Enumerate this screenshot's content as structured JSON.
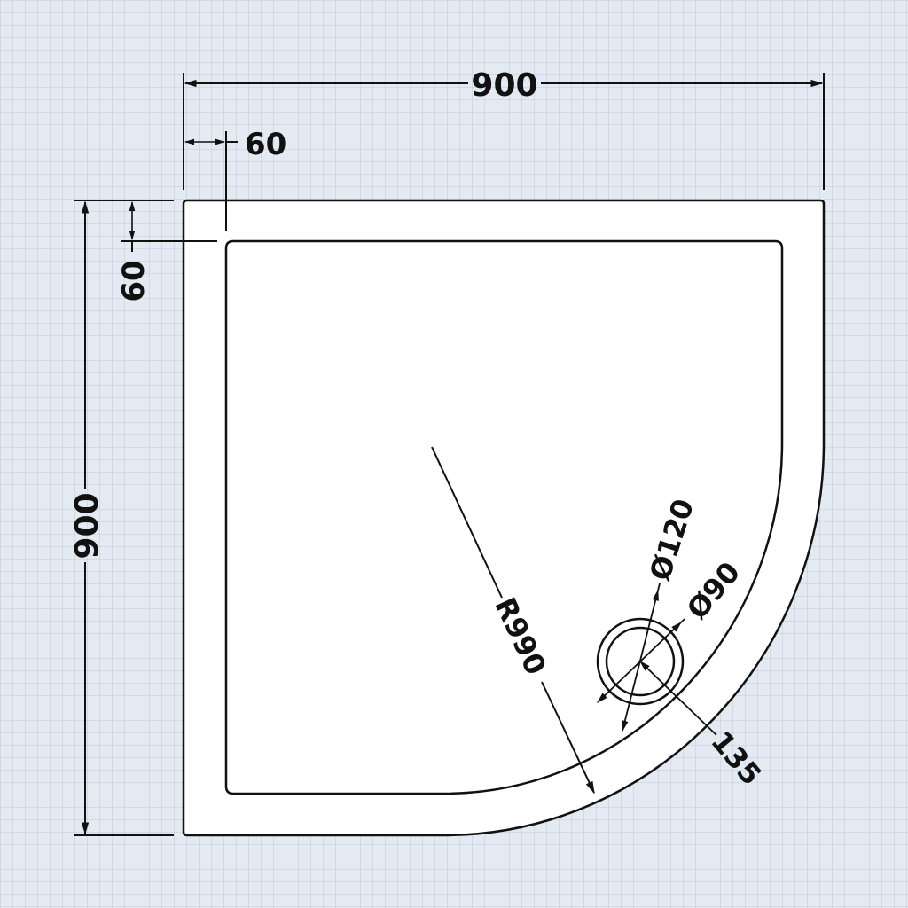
{
  "drawing": {
    "title": "Quadrant shower tray dimension drawing",
    "colors": {
      "background": "#e4eaf2",
      "grid": "#c9d3e0",
      "line": "#111111",
      "tray_fill": "#ffffff"
    },
    "dimensions": {
      "overall_width": "900",
      "overall_depth": "900",
      "rim_width_top": "60",
      "rim_width_side": "60",
      "radius": "R990",
      "waste_outer_diameter": "Ø120",
      "waste_inner_diameter": "Ø90",
      "waste_offset": "135"
    }
  }
}
